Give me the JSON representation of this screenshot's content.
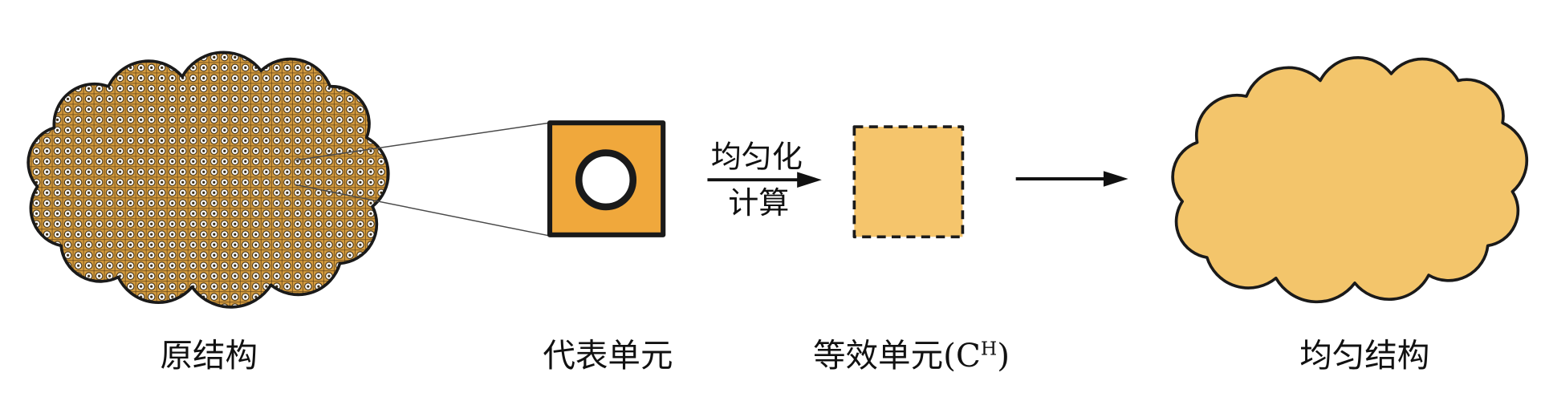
{
  "process": {
    "top": "均匀化",
    "bottom": "计算"
  },
  "labels": {
    "original": "原结构",
    "representative": "代表单元",
    "equivalent": {
      "text": "等效单元(C",
      "sup": "H",
      "close": ")"
    },
    "homogeneous": "均匀结构"
  },
  "colors": {
    "pattern_cell": "#d59c3f",
    "pattern_ring": "#ffffff",
    "pattern_dot": "#3a2a10",
    "representative_fill": "#f0a83c",
    "inclusion_fill": "#ffffff",
    "equivalent_fill": "#f5c56c",
    "homogeneous_fill": "#f3c56b"
  }
}
